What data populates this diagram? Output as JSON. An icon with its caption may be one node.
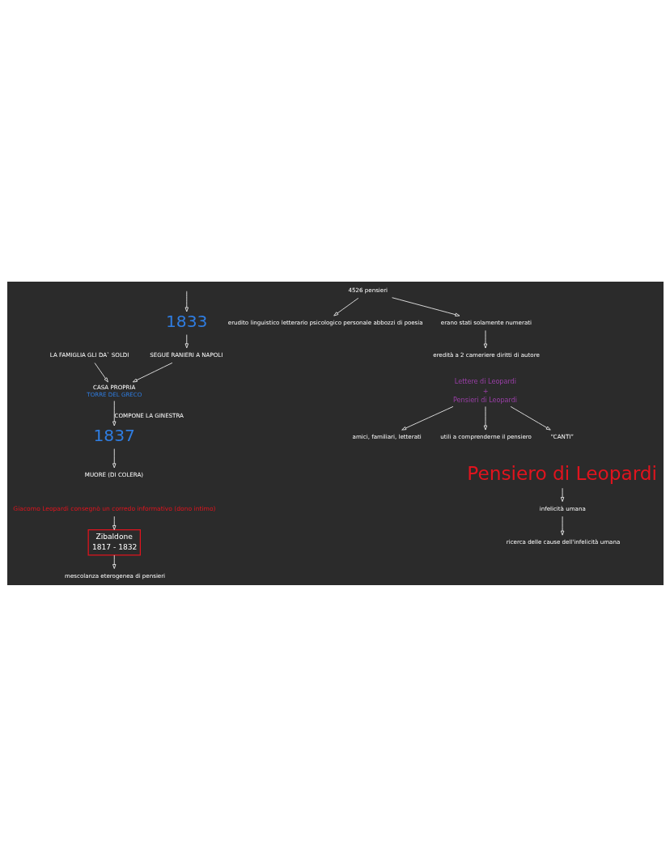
{
  "diagram": {
    "nodes": [
      {
        "text": [
          "1833"
        ]
      },
      {
        "text": [
          "SEGUE RANIERI A NAPOLI"
        ]
      },
      {
        "text": [
          "CASA PROPRIA",
          "TORRE DEL GRECO"
        ]
      },
      {
        "text": [
          "LA FAMIGLIA GLI DA` SOLDI"
        ]
      },
      {
        "text": [
          "1837"
        ]
      },
      {
        "text": [
          "MUORE (DI COLERA)"
        ]
      },
      {
        "text": [
          "Giacomo Leopardi consegnò un corredo informativo (dono intimo)"
        ]
      },
      {
        "text": [
          "Zibaldone",
          "1817 - 1832"
        ]
      },
      {
        "text": [
          "4526 pensieri"
        ]
      },
      {
        "text": [
          "mescolanza eterogenea di pensieri"
        ]
      },
      {
        "text": [
          "erudito linguistico letterario psicologico personale abbozzi di poesia"
        ]
      },
      {
        "text": [
          "erano stati solamente numerati"
        ]
      },
      {
        "text": [
          "eredità a 2 cameriere diritti di autore"
        ]
      },
      {
        "text": [
          "Lettere di Leopardi",
          "+",
          "Pensieri di Leopardi"
        ]
      },
      {
        "text": [
          "amici, familiari, letterati"
        ]
      },
      {
        "text": [
          "utili a comprenderne il pensiero"
        ]
      },
      {
        "text": [
          "“CANTI”"
        ]
      },
      {
        "text": [
          "Pensiero di Leopardi"
        ]
      },
      {
        "text": [
          "infelicità umana"
        ]
      },
      {
        "text": [
          "ricerca delle cause dell'infelicità umana"
        ]
      }
    ],
    "edges": [
      {
        "from": null,
        "to": 0,
        "arrow": "to"
      },
      {
        "from": 0,
        "to": 1,
        "arrow": "to"
      },
      {
        "from": 1,
        "to": 2,
        "arrow": "to"
      },
      {
        "from": 3,
        "to": 2,
        "arrow": "to"
      },
      {
        "from": 2,
        "to": 4,
        "label": "COMPONE LA GINESTRA",
        "arrow": "to"
      },
      {
        "from": 4,
        "to": 5,
        "arrow": "to"
      },
      {
        "from": 6,
        "to": 7,
        "arrow": "to"
      },
      {
        "from": 7,
        "to": 9,
        "arrow": "to"
      },
      {
        "from": 8,
        "to": 10,
        "arrow": "to"
      },
      {
        "from": 8,
        "to": 11,
        "arrow": "to"
      },
      {
        "from": 11,
        "to": 12,
        "arrow": "to"
      },
      {
        "from": 13,
        "to": 14,
        "arrow": "to"
      },
      {
        "from": 13,
        "to": 15,
        "arrow": "to"
      },
      {
        "from": 13,
        "to": 16,
        "arrow": "to"
      },
      {
        "from": 17,
        "to": 18,
        "arrow": "to"
      },
      {
        "from": 18,
        "to": 19,
        "arrow": "to"
      }
    ]
  }
}
